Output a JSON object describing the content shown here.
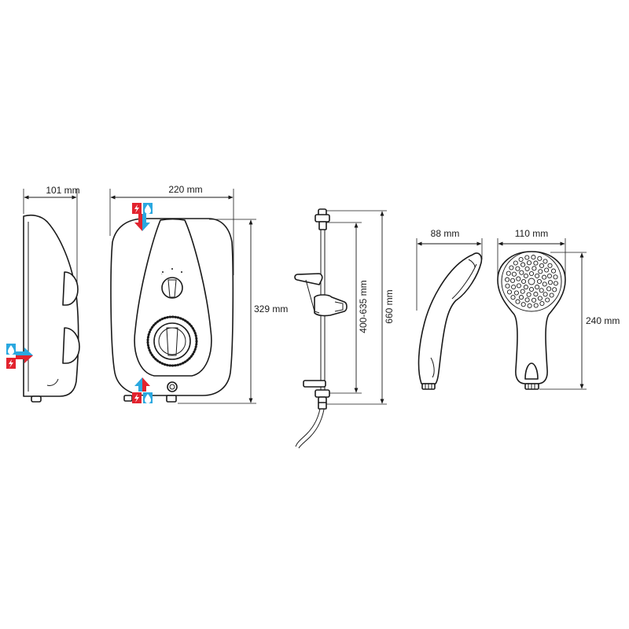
{
  "dimensions": {
    "side_depth": "101 mm",
    "front_width": "220 mm",
    "front_height": "329 mm",
    "slide_adjust": "400-635 mm",
    "rail_length": "660 mm",
    "head_side_width": "88 mm",
    "head_front_width": "110 mm",
    "head_length": "240 mm"
  },
  "colors": {
    "hot_red": "#e2232e",
    "cold_blue": "#2aa8e0",
    "line": "#1a1a1a"
  },
  "icons": {
    "side_entry": [
      "water-drop-icon",
      "lightning-icon",
      "arrow-right-icon"
    ],
    "top_entry": [
      "lightning-icon",
      "water-drop-icon",
      "arrow-down-icon"
    ],
    "bottom_entry": [
      "lightning-icon",
      "water-drop-icon",
      "arrow-up-icon"
    ]
  }
}
